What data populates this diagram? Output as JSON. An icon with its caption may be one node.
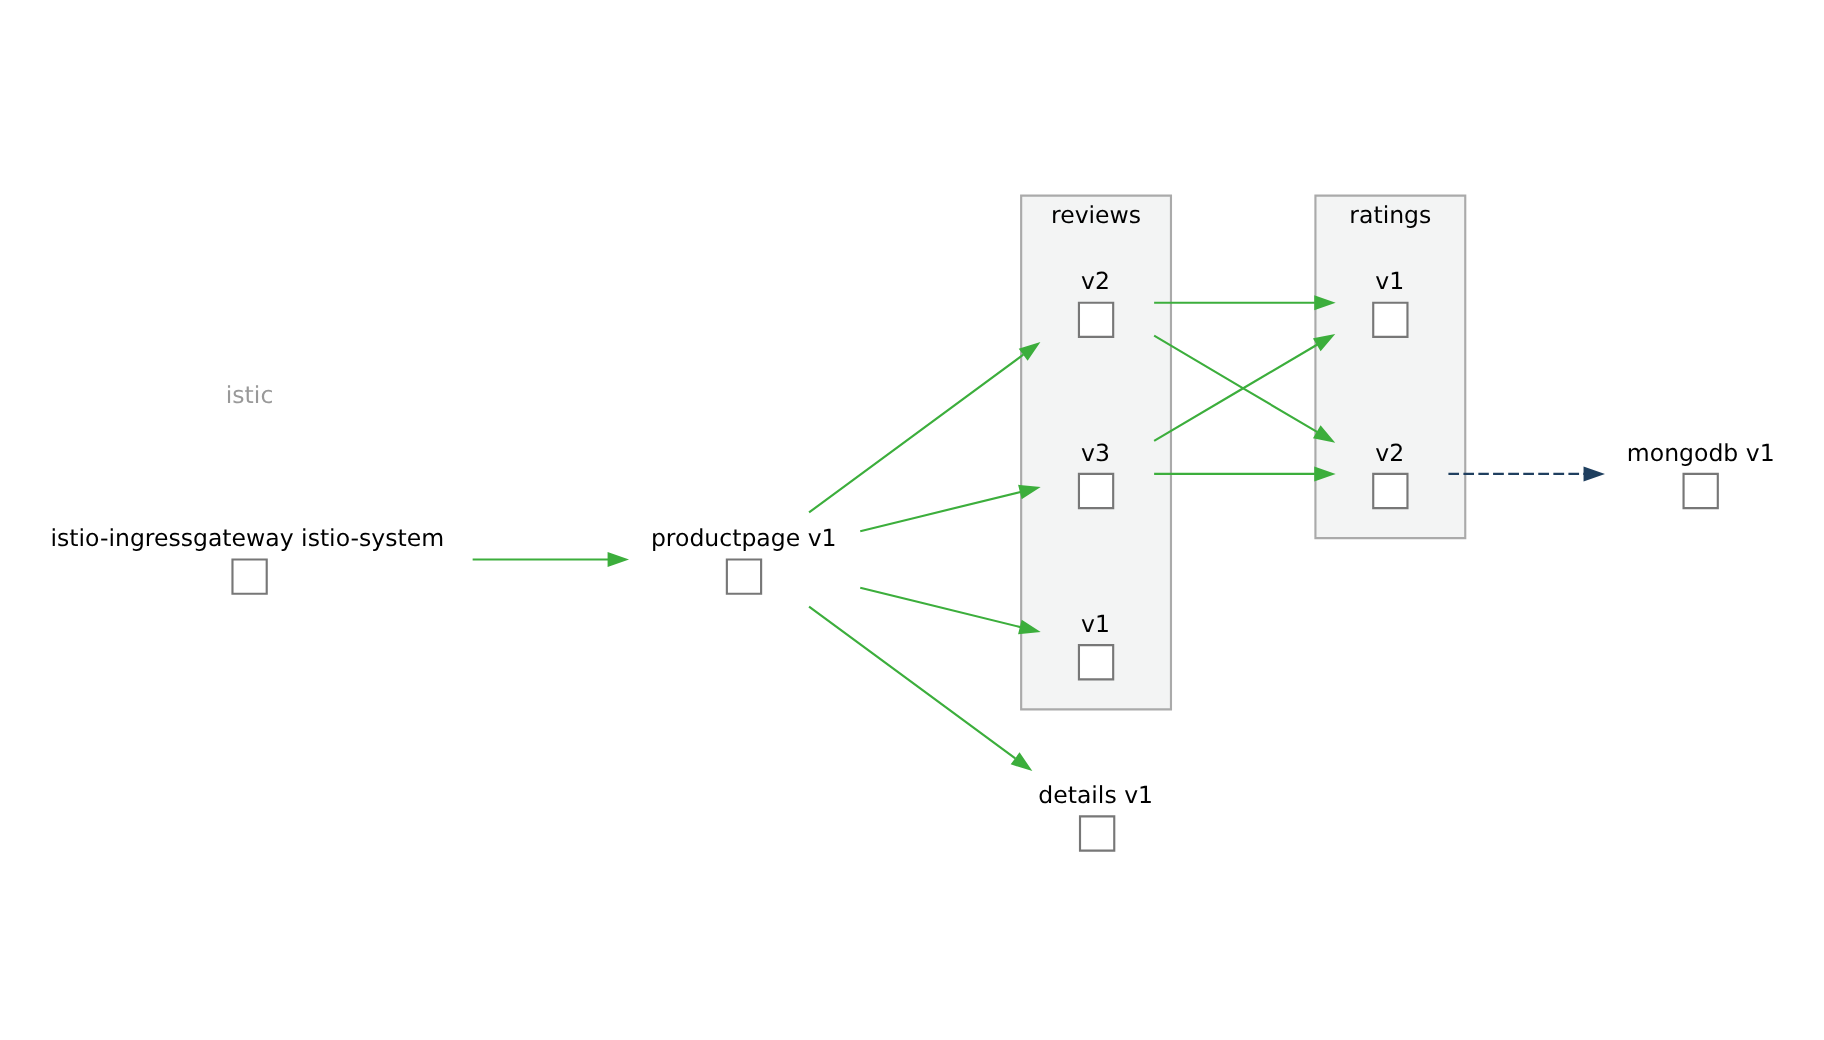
{
  "diagram": {
    "nodes": [
      {
        "text": [
          "istio-ingressgateway istio-system"
        ]
      },
      {
        "text": [
          "productpage v1"
        ]
      },
      {
        "text": [
          "reviews"
        ]
      },
      {
        "text": [
          "v1"
        ],
        "in": 2
      },
      {
        "text": [
          "v2"
        ],
        "in": 2
      },
      {
        "text": [
          "v3"
        ],
        "in": 2
      },
      {
        "text": [
          "ratings"
        ]
      },
      {
        "text": [
          "v1"
        ],
        "in": 6
      },
      {
        "text": [
          "v2"
        ],
        "in": 6
      },
      {
        "text": [
          "mongodb v1"
        ]
      },
      {
        "text": [
          "details v1"
        ]
      }
    ],
    "edges": [
      {
        "from": 0,
        "to": 1,
        "arrow": "to"
      },
      {
        "from": 1,
        "to": 3,
        "arrow": "to"
      },
      {
        "from": 1,
        "to": 4,
        "arrow": "to"
      },
      {
        "from": 1,
        "to": 5,
        "arrow": "to"
      },
      {
        "from": 1,
        "to": 10,
        "arrow": "to"
      },
      {
        "from": 4,
        "to": 7,
        "arrow": "to"
      },
      {
        "from": 4,
        "to": 8,
        "arrow": "to"
      },
      {
        "from": 5,
        "to": 7,
        "arrow": "to"
      },
      {
        "from": 5,
        "to": 8,
        "arrow": "to"
      },
      {
        "from": 8,
        "to": 9,
        "arrow": "to",
        "style": "dashed",
        "color": "#1f3f5f"
      }
    ],
    "labels": [
      "istic"
    ]
  }
}
